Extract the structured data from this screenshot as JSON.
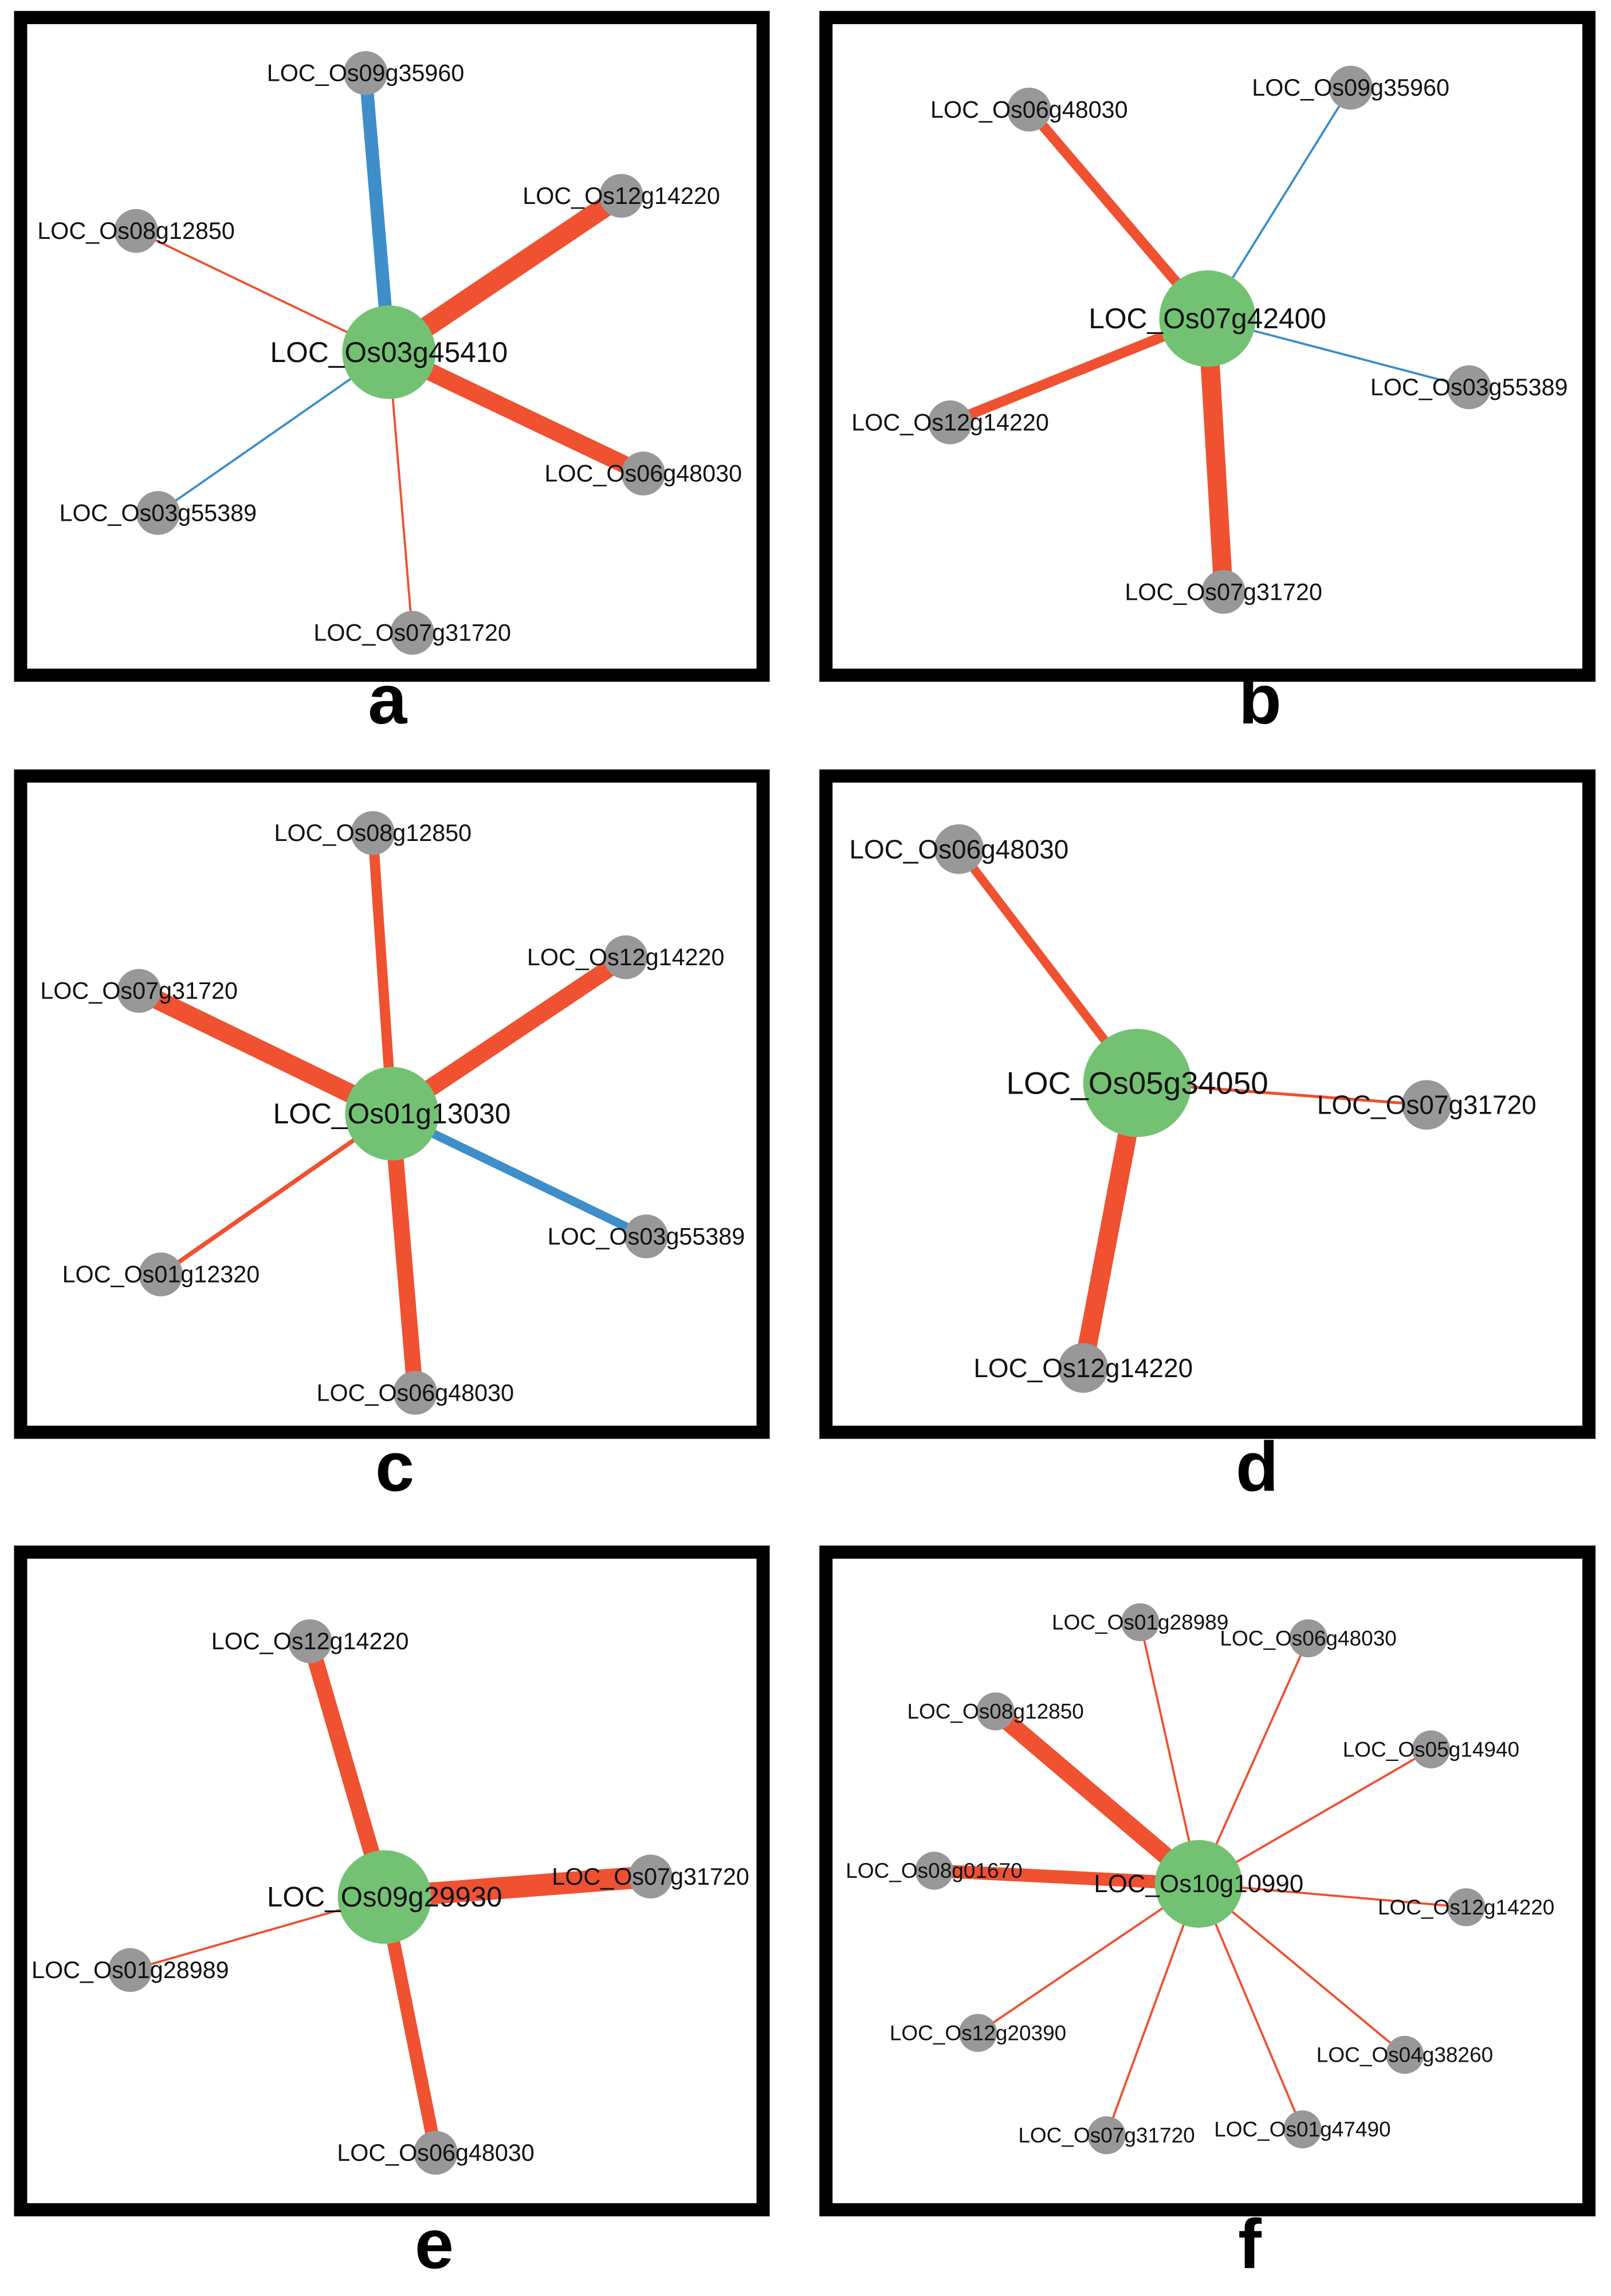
{
  "colors": {
    "red_edge": "#ef5131",
    "blue_edge": "#3d8ec9",
    "hub_node": "#73c274",
    "neighbor_node": "#989898",
    "frame": "#000000"
  },
  "panels": [
    {
      "label": "a",
      "hub": "LOC_Os03g45410",
      "neighbors": [
        {
          "gene": "LOC_Os09g35960",
          "edge": "blue"
        },
        {
          "gene": "LOC_Os12g14220",
          "edge": "red"
        },
        {
          "gene": "LOC_Os08g12850",
          "edge": "red"
        },
        {
          "gene": "LOC_Os06g48030",
          "edge": "red"
        },
        {
          "gene": "LOC_Os03g55389",
          "edge": "blue"
        },
        {
          "gene": "LOC_Os07g31720",
          "edge": "red"
        }
      ]
    },
    {
      "label": "b",
      "hub": "LOC_Os07g42400",
      "neighbors": [
        {
          "gene": "LOC_Os06g48030",
          "edge": "red"
        },
        {
          "gene": "LOC_Os09g35960",
          "edge": "blue"
        },
        {
          "gene": "LOC_Os03g55389",
          "edge": "blue"
        },
        {
          "gene": "LOC_Os12g14220",
          "edge": "red"
        },
        {
          "gene": "LOC_Os07g31720",
          "edge": "red"
        }
      ]
    },
    {
      "label": "c",
      "hub": "LOC_Os01g13030",
      "neighbors": [
        {
          "gene": "LOC_Os08g12850",
          "edge": "red"
        },
        {
          "gene": "LOC_Os12g14220",
          "edge": "red"
        },
        {
          "gene": "LOC_Os07g31720",
          "edge": "red"
        },
        {
          "gene": "LOC_Os03g55389",
          "edge": "blue"
        },
        {
          "gene": "LOC_Os01g12320",
          "edge": "red"
        },
        {
          "gene": "LOC_Os06g48030",
          "edge": "red"
        }
      ]
    },
    {
      "label": "d",
      "hub": "LOC_Os05g34050",
      "neighbors": [
        {
          "gene": "LOC_Os06g48030",
          "edge": "red"
        },
        {
          "gene": "LOC_Os07g31720",
          "edge": "red"
        },
        {
          "gene": "LOC_Os12g14220",
          "edge": "red"
        }
      ]
    },
    {
      "label": "e",
      "hub": "LOC_Os09g29930",
      "neighbors": [
        {
          "gene": "LOC_Os12g14220",
          "edge": "red"
        },
        {
          "gene": "LOC_Os07g31720",
          "edge": "red"
        },
        {
          "gene": "LOC_Os01g28989",
          "edge": "red"
        },
        {
          "gene": "LOC_Os06g48030",
          "edge": "red"
        }
      ]
    },
    {
      "label": "f",
      "hub": "LOC_Os10g10990",
      "neighbors": [
        {
          "gene": "LOC_Os01g28989",
          "edge": "red"
        },
        {
          "gene": "LOC_Os06g48030",
          "edge": "red"
        },
        {
          "gene": "LOC_Os08g12850",
          "edge": "red"
        },
        {
          "gene": "LOC_Os05g14940",
          "edge": "red"
        },
        {
          "gene": "LOC_Os08g01670",
          "edge": "red"
        },
        {
          "gene": "LOC_Os12g14220",
          "edge": "red"
        },
        {
          "gene": "LOC_Os12g20390",
          "edge": "red"
        },
        {
          "gene": "LOC_Os04g38260",
          "edge": "red"
        },
        {
          "gene": "LOC_Os07g31720",
          "edge": "red"
        },
        {
          "gene": "LOC_Os01g47490",
          "edge": "red"
        }
      ]
    }
  ]
}
